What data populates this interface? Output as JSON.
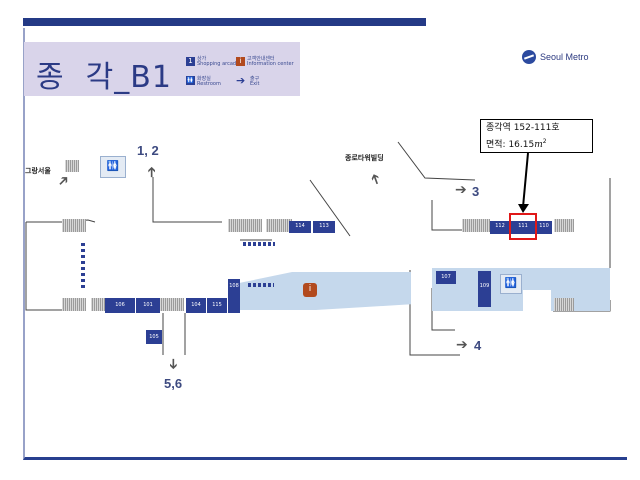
{
  "header": {
    "station_name": "종  각_B1",
    "legend": [
      {
        "icon": "1",
        "label_ko": "상가",
        "label_en": "Shopping arcade",
        "color": "#2c3f94"
      },
      {
        "icon": "i",
        "label_ko": "고객안내센터",
        "label_en": "Information center",
        "color": "#b24a1e"
      },
      {
        "icon": "toilet-icon",
        "label_ko": "화장실",
        "label_en": "Restroom",
        "color": "#2c3f94"
      },
      {
        "icon": "arrow-right-icon",
        "label_ko": "출구",
        "label_en": "Exit",
        "color": "#2c3f94"
      }
    ]
  },
  "brand": {
    "name": "Seoul Metro"
  },
  "callout": {
    "line1": "종각역 152-111호",
    "line2_prefix": "면적: 16.15",
    "line2_unit": "m",
    "line2_sup": "2"
  },
  "places": {
    "west": "그랑서울",
    "tower": "종로타워빌딩"
  },
  "exits": {
    "e12": "1, 2",
    "e3": "3",
    "e4": "4",
    "e56": "5,6"
  },
  "rooms": {
    "r114": "114",
    "r113": "113",
    "r112": "112",
    "r111": "111",
    "r110": "110",
    "r106": "106",
    "r101": "101",
    "r105": "105",
    "r104": "104",
    "r115": "115",
    "r108": "108",
    "r107": "107",
    "r109": "109"
  },
  "info_symbol": "i",
  "colors": {
    "accent": "#2c3f94",
    "highlight": "#e01818",
    "area": "#c5d8ec",
    "header_bg": "#d9d4ea"
  }
}
